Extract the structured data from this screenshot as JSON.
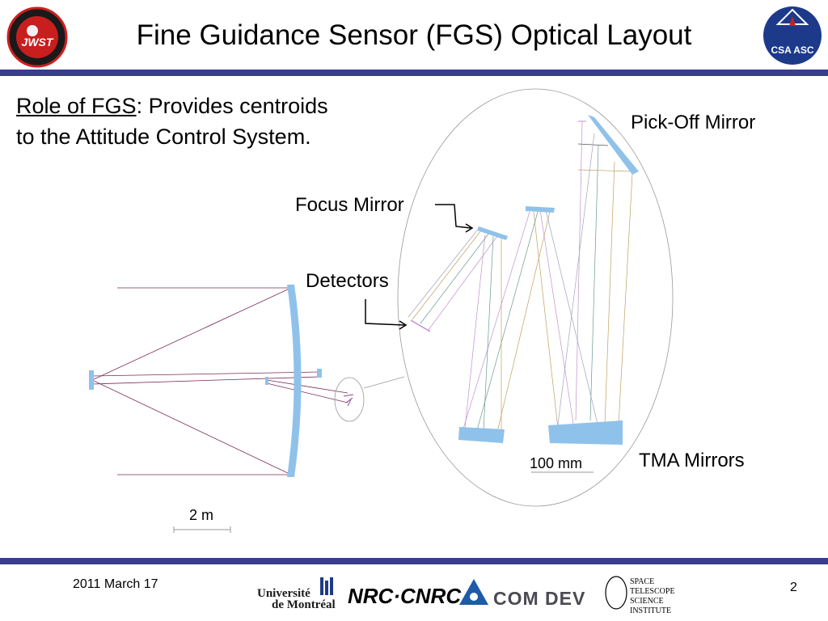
{
  "slide": {
    "title": "Fine Guidance Sensor (FGS) Optical Layout",
    "role_label": "Role of FGS",
    "role_text": ": Provides centroids",
    "role_text_2": "to the Attitude Control System.",
    "labels": {
      "pick_off_mirror": "Pick-Off Mirror",
      "focus_mirror": "Focus Mirror",
      "detectors": "Detectors",
      "tma_mirrors": "TMA Mirrors",
      "scale_100mm": "100 mm",
      "scale_2m": "2 m"
    }
  },
  "logos": {
    "jwst": "JWST",
    "csa": "CSA ASC",
    "udem_line1": "Université",
    "udem_line2": "de Montréal",
    "nrc": "NRC·CNRC",
    "comdev": "COM DEV",
    "stsci_line1": "SPACE",
    "stsci_line2": "TELESCOPE",
    "stsci_line3": "SCIENCE",
    "stsci_line4": "INSTITUTE"
  },
  "footer": {
    "date": "2011 March 17",
    "page": "2"
  },
  "colors": {
    "rule": "#3a3c8c",
    "mirror": "#8fc2ea",
    "ray_purple": "#7a2a5a"
  }
}
